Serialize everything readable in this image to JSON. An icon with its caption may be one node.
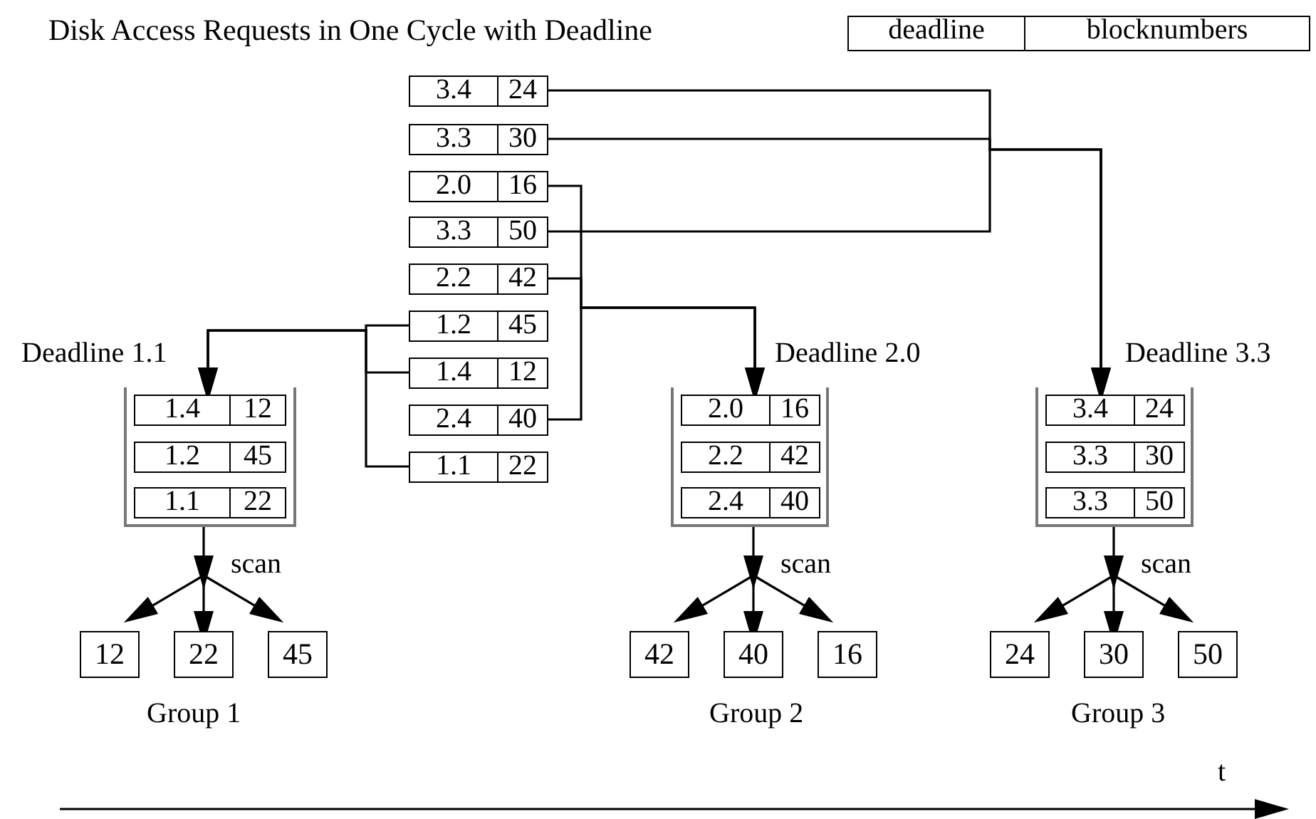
{
  "diagram": {
    "title": "Disk Access Requests in One Cycle with Deadline",
    "nodes": [
      {
        "text": [
          "deadline",
          "blocknumbers"
        ]
      },
      {
        "text": [
          "3.4",
          "24"
        ]
      },
      {
        "text": [
          "3.3",
          "30"
        ]
      },
      {
        "text": [
          "2.0",
          "16"
        ]
      },
      {
        "text": [
          "3.3",
          "50"
        ]
      },
      {
        "text": [
          "2.2",
          "42"
        ]
      },
      {
        "text": [
          "1.2",
          "45"
        ]
      },
      {
        "text": [
          "1.4",
          "12"
        ]
      },
      {
        "text": [
          "2.4",
          "40"
        ]
      },
      {
        "text": [
          "1.1",
          "22"
        ]
      },
      {
        "text": [
          "Deadline 1.1"
        ]
      },
      {
        "text": [
          "1.4",
          "12"
        ],
        "in": 10
      },
      {
        "text": [
          "1.2",
          "45"
        ],
        "in": 10
      },
      {
        "text": [
          "1.1",
          "22"
        ],
        "in": 10
      },
      {
        "text": [
          "Deadline 2.0"
        ]
      },
      {
        "text": [
          "2.0",
          "16"
        ],
        "in": 14
      },
      {
        "text": [
          "2.2",
          "42"
        ],
        "in": 14
      },
      {
        "text": [
          "2.4",
          "40"
        ],
        "in": 14
      },
      {
        "text": [
          "Deadline 3.3"
        ]
      },
      {
        "text": [
          "3.4",
          "24"
        ],
        "in": 18
      },
      {
        "text": [
          "3.3",
          "30"
        ],
        "in": 18
      },
      {
        "text": [
          "3.3",
          "50"
        ],
        "in": 18
      },
      {
        "text": [
          "12"
        ]
      },
      {
        "text": [
          "22"
        ]
      },
      {
        "text": [
          "45"
        ]
      },
      {
        "text": [
          "42"
        ]
      },
      {
        "text": [
          "40"
        ]
      },
      {
        "text": [
          "16"
        ]
      },
      {
        "text": [
          "24"
        ]
      },
      {
        "text": [
          "30"
        ]
      },
      {
        "text": [
          "50"
        ]
      }
    ],
    "edges": [
      {
        "from": 1,
        "to": 18,
        "arrow": "to"
      },
      {
        "from": 2,
        "to": 18,
        "arrow": "to"
      },
      {
        "from": 3,
        "to": 14,
        "arrow": "to"
      },
      {
        "from": 4,
        "to": 18,
        "arrow": "to"
      },
      {
        "from": 5,
        "to": 14,
        "arrow": "to"
      },
      {
        "from": 6,
        "to": 10,
        "arrow": "to"
      },
      {
        "from": 7,
        "to": 10,
        "arrow": "to"
      },
      {
        "from": 8,
        "to": 14,
        "arrow": "to"
      },
      {
        "from": 9,
        "to": 10,
        "arrow": "to"
      },
      {
        "from": 10,
        "to": 22,
        "arrow": "to"
      },
      {
        "from": 10,
        "to": 23,
        "arrow": "to",
        "label": "scan"
      },
      {
        "from": 10,
        "to": 24,
        "arrow": "to"
      },
      {
        "from": 14,
        "to": 25,
        "arrow": "to"
      },
      {
        "from": 14,
        "to": 26,
        "arrow": "to",
        "label": "scan"
      },
      {
        "from": 14,
        "to": 27,
        "arrow": "to"
      },
      {
        "from": 18,
        "to": 28,
        "arrow": "to"
      },
      {
        "from": 18,
        "to": 29,
        "arrow": "to",
        "label": "scan"
      },
      {
        "from": 18,
        "to": 30,
        "arrow": "to"
      }
    ],
    "labels": [
      "Group 1",
      "Group 2",
      "Group 3",
      "t"
    ]
  }
}
